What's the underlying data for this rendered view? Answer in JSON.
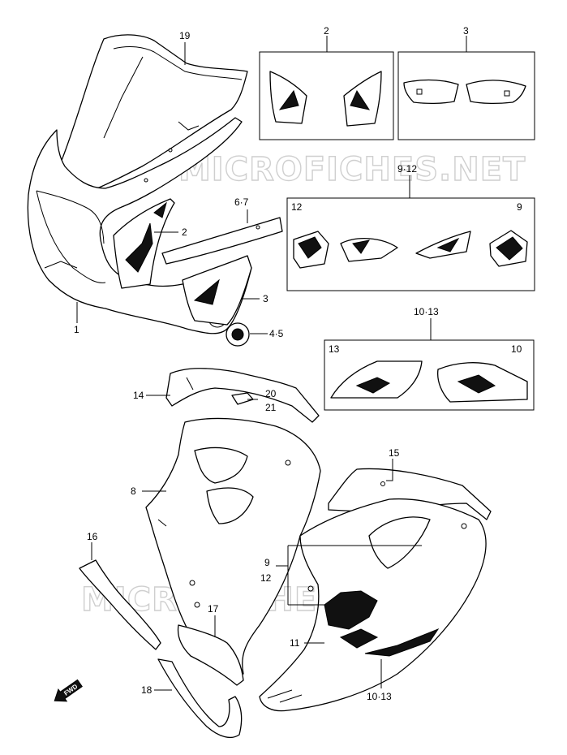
{
  "watermark": {
    "text": "MICROFICHES.NET"
  },
  "forward_arrow": {
    "label": "FWD",
    "icon": "forward-arrow-icon"
  },
  "callouts": {
    "c1": "1",
    "c2_box": "2",
    "c2_part": "2",
    "c3_box": "3",
    "c3_part": "3",
    "c4_5": "4·5",
    "c6_7": "6·7",
    "c8": "8",
    "c9_12_box": "9·12",
    "c12_box_left": "12",
    "c9_box_right": "9",
    "c9_lower": "9",
    "c12_lower": "12",
    "c10_13_box": "10·13",
    "c13_box_left": "13",
    "c10_box_right": "10",
    "c10_13_lower": "10·13",
    "c11": "11",
    "c14": "14",
    "c15": "15",
    "c16": "16",
    "c17": "17",
    "c18": "18",
    "c19": "19",
    "c20": "20",
    "c21": "21"
  }
}
